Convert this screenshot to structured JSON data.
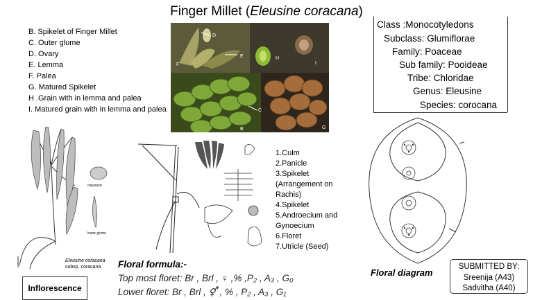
{
  "title": {
    "main": "Finger Millet (",
    "italic": "Eleusine coracana",
    "close": ")"
  },
  "legend": [
    "B. Spikelet of Finger Millet",
    "C. Outer glume",
    "D. Ovary",
    "E. Lemma",
    "F. Palea",
    "G. Matured Spikelet",
    "H .Grain with in lemma and palea",
    "I. Matured grain with in lemma and palea"
  ],
  "classification": {
    "class": "Class :Monocotyledons",
    "subclass": "Subclass: Glumiflorae",
    "family": "Family: Poaceae",
    "subfamily": "Sub family: Pooideae",
    "tribe": "Tribe: Chloridae",
    "genus": "Genus: Eleusine",
    "species": "Species: corocana"
  },
  "photo_labels": {
    "d": "D",
    "e": "E",
    "f": "F",
    "h": "H",
    "i": "I",
    "c": "C",
    "b": "B",
    "g": "G"
  },
  "parts_list": [
    "1.Culm",
    "2.Panicle",
    "3.Spikelet (Arrangement on Rachis)",
    "4.Spikelet",
    "5.Androecium and Gynoecium",
    "6.Floret",
    "7.Utricle (Seed)"
  ],
  "floral_formula": {
    "title": "Floral formula:-",
    "top": "Top most floret: Br , Brl , ♀ ,% ,P₂ , A₃ , G₀",
    "lower": "Lower floret: Br , Brl , ⚥ , % , P₂ , A₃ , G₁"
  },
  "inflorescence_label": "Inflorescence",
  "drawing_labels": {
    "caryopsis": "caryopsis",
    "glume": "lower glume",
    "species": "Eleusine coracana",
    "subsp": "subsp. coracana"
  },
  "floral_diagram_label": "Floral diagram",
  "submitted": {
    "heading": "SUBMITTED BY:",
    "name1": "Sreenija (A43)",
    "name2": "Sadvitha (A40)"
  },
  "colors": {
    "photo_bg": "#4a3f2e",
    "spike_green": "#7ea83a",
    "spike_brown": "#a56d3c"
  }
}
